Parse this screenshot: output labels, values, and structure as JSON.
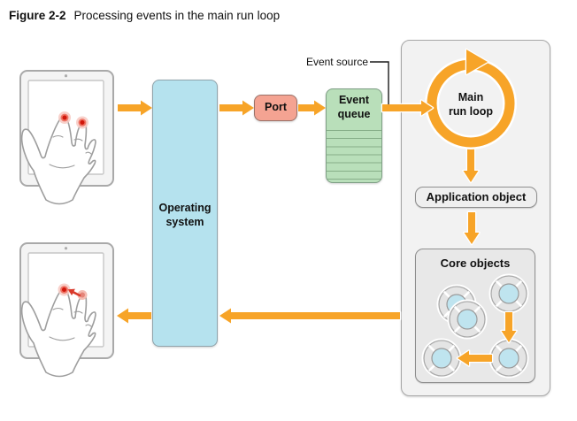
{
  "figure": {
    "label": "Figure 2-2",
    "caption": "Processing events in the main run loop"
  },
  "diagram": {
    "event_source_label": "Event source",
    "port_label": "Port",
    "event_queue_lines": [
      "Event",
      "queue"
    ],
    "operating_system_lines": [
      "Operating",
      "system"
    ],
    "main_run_loop_lines": [
      "Main",
      "run loop"
    ],
    "application_object_label": "Application object",
    "core_objects_label": "Core objects"
  },
  "colors": {
    "arrow_orange": "#F7A428",
    "operating_system_blue": "#B5E2EE",
    "port_salmon": "#F4A392",
    "event_queue_green": "#B9DFBA",
    "panel_gray": "#F2F2F2",
    "object_box_gray": "#EFEFEF",
    "core_object_ring_gray": "#E4E4E4",
    "core_object_center_blue": "#BFE4EF",
    "touch_point_red": "#D0170B",
    "gesture_arrow_red": "#D93A2B"
  }
}
